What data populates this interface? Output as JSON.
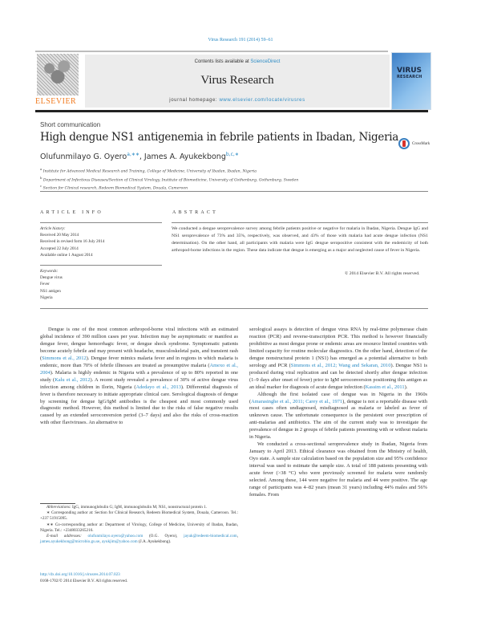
{
  "header": {
    "citation": "Virus Research 191 (2014) 59–61",
    "contents_prefix": "Contents lists available at ",
    "contents_link": "ScienceDirect",
    "journal_name": "Virus Research",
    "homepage_prefix": "journal homepage: ",
    "homepage_link": "www.elsevier.com/locate/virusres",
    "publisher_logo": "ELSEVIER",
    "cover_title": "VIRUS",
    "cover_subtitle": "RESEARCH"
  },
  "article": {
    "type": "Short communication",
    "title": "High dengue NS1 antigenemia in febrile patients in Ibadan, Nigeria",
    "crossmark_label": "CrossMark",
    "authors": [
      {
        "name": "Olufunmilayo G. Oyero",
        "sup": "a,∗∗"
      },
      {
        "name": "James A. Ayukekbong",
        "sup": "b,c,∗"
      }
    ],
    "affiliations": [
      {
        "sup": "a",
        "text": "Institute for Advanced Medical Research and Training, College of Medicine, University of Ibadan, Ibadan, Nigeria"
      },
      {
        "sup": "b",
        "text": "Department of Infectious Diseases/Section of Clinical Virology, Institute of Biomedicine, University of Gothenburg, Gothenburg, Sweden"
      },
      {
        "sup": "c",
        "text": "Section for Clinical research, Redeem Biomedical System, Douala, Cameroon"
      }
    ]
  },
  "article_info": {
    "heading": "ARTICLE INFO",
    "history_label": "Article history:",
    "history": [
      "Received 20 May 2014",
      "Received in revised form 16 July 2014",
      "Accepted 22 July 2014",
      "Available online 1 August 2014"
    ],
    "keywords_label": "Keywords:",
    "keywords": [
      "Dengue virus",
      "Fever",
      "NS1 antigen",
      "Nigeria"
    ]
  },
  "abstract": {
    "heading": "ABSTRACT",
    "text": "We conducted a dengue seroprevalence survey among febrile patients positive or negative for malaria in Ibadan, Nigeria. Dengue IgG and NS1 seroprevalence of 73% and 35%, respectively, was observed, and 43% of those with malaria had acute dengue infection (NS1 determination). On the other hand, all participants with malaria were IgG dengue seropositive consistent with the endemicity of both arthropod-borne infections in the region. These data indicate that dengue is emerging as a major and neglected cause of fever in Nigeria.",
    "copyright": "© 2014 Elsevier B.V. All rights reserved."
  },
  "body": {
    "col1": {
      "p1_a": "Dengue is one of the most common arthropod-borne viral infections with an estimated global incidence of 390 million cases per year. Infection may be asymptomatic or manifest as dengue fever, dengue hemorrhagic fever, or dengue shock syndrome. Symptomatic patients become acutely febrile and may present with headache, musculoskeletal pain, and transient rash (",
      "ref1": "Simmons et al., 2012",
      "p1_b": "). Dengue fever mimics malaria fever and in regions in which malaria is endemic, more than 70% of febrile illnesses are treated as presumptive malaria (",
      "ref2": "Amexo et al., 2004",
      "p1_c": "). Malaria is highly endemic in Nigeria with a prevalence of up to 80% reported in one study (",
      "ref3": "Kalu et al., 2012",
      "p1_d": "). A recent study revealed a prevalence of 30% of active dengue virus infection among children in Ilorin, Nigeria (",
      "ref4": "Adedayo et al., 2013",
      "p1_e": "). Differential diagnosis of fever is therefore necessary to initiate appropriate clinical care. Serological diagnosis of dengue by screening for dengue IgG/IgM antibodies is the cheapest and most commonly used diagnostic method. However, this method is limited due to the risks of false negative results caused by an extended seroconversion period (3–7 days) and also the risks of cross-reaction with other flaviviruses. An alternative to"
    },
    "col2": {
      "p1_a": "serological assays is detection of dengue virus RNA by real-time polymerase chain reaction (PCR) and reverse-transcription PCR. This method is however financially prohibitive as most dengue prone or endemic areas are resource limited countries with limited capacity for routine molecular diagnostics. On the other hand, detection of the dengue nonstructural protein 1 (NS1) has emerged as a potential alternative to both serology and PCR (",
      "ref1": "Simmons et al., 2012; Wang and Sekaran, 2010",
      "p1_b": "). Dengue NS1 is produced during viral replication and can be detected shortly after dengue infection (1–9 days after onset of fever) prior to IgM seroconversion positioning this antigen as an ideal marker for diagnosis of acute dengue infection (",
      "ref2": "Kassim et al., 2011",
      "p1_c": ").",
      "p2_a": "Although the first isolated case of dengue was in Nigeria in the 1960s (",
      "ref3": "Amarasinghe et al., 2011; Carey et al., 1971",
      "p2_b": "), dengue is not a reportable disease with most cases often undiagnosed, misdiagnosed as malaria or labeled as fever of unknown cause. The unfortunate consequence is the persistent over prescription of anti-malarias and antibiotics. The aim of the current study was to investigate the prevalence of dengue in 2 groups of febrile patients presenting with or without malaria in Nigeria.",
      "p3": "We conducted a cross-sectional seroprevalence study in Ibadan, Nigeria from January to April 2013. Ethical clearance was obtained from the Ministry of health, Oyo state. A sample size calculation based on the population size and 95% confidence interval was used to estimate the sample size. A total of 188 patients presenting with acute fever (>38 °C) who were previously screened for malaria were randomly selected. Among these, 144 were negative for malaria and 44 were positive. The age range of participants was 4–82 years (mean 31 years) including 44% males and 56% females. From"
    }
  },
  "footnotes": {
    "abbreviations_label": "Abbreviations:",
    "abbreviations": " IgG, immunoglobulin G; IgM, immunoglobulin M; NS1, nonstructural protein 1.",
    "corr1": "∗ Corresponding author at: Section for Clinical Research, Redeem Biomedical System, Douala, Cameroon. Tel.: +237 51915095.",
    "corr2": "∗∗ Co-corresponding author at: Department of Virology, College of Medicine, University of Ibadan, Ibadan, Nigeria. Tel.: +2348033265216.",
    "email_label": "E-mail addresses:",
    "email1": "olufunmilayo.oyero@yahoo.com",
    "email1_owner": " (O.G. Oyero),",
    "email2": "jayuk@redeem-biomedical.com",
    "email3": "james.ayukekbong@microbio.gu.se",
    "email4": "ayukjim@yahoo.com",
    "email_owner2": " (J.A. Ayukekbong).",
    "doi": "http://dx.doi.org/10.1016/j.virusres.2014.07.023",
    "issn": "0168-1702/© 2014 Elsevier B.V. All rights reserved."
  }
}
